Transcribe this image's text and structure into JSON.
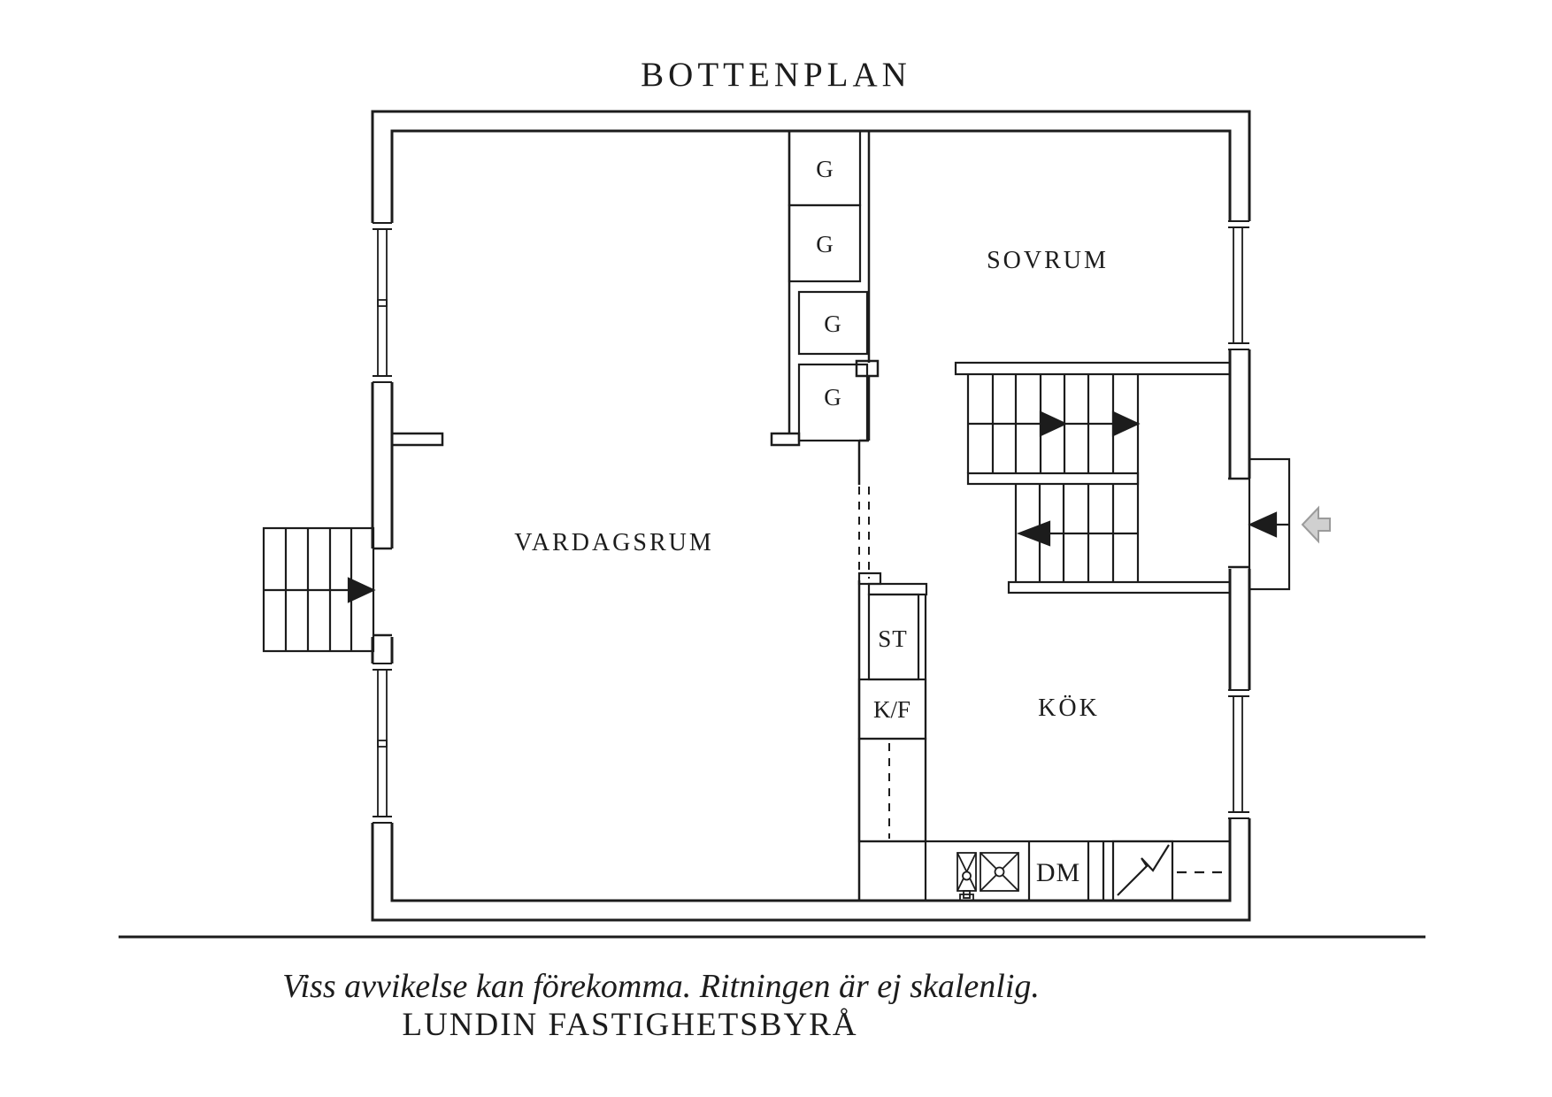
{
  "title": "BOTTENPLAN",
  "rooms": {
    "living_room": "VARDAGSRUM",
    "bedroom": "SOVRUM",
    "kitchen": "KÖK"
  },
  "fixtures": {
    "wardrobes": [
      "G",
      "G",
      "G",
      "G"
    ],
    "closet": "ST",
    "fridge_freezer": "K/F",
    "dishwasher": "DM"
  },
  "footer": {
    "disclaimer": "Viss avvikelse kan förekomma. Ritningen är ej skalenlig.",
    "agency": "LUNDIN FASTIGHETSBYRÅ"
  },
  "colors": {
    "line": "#1c1c1c",
    "entry_arrow_fill": "#d0d0d0",
    "entry_arrow_stroke": "#9b9b9b",
    "paper": "#ffffff"
  }
}
